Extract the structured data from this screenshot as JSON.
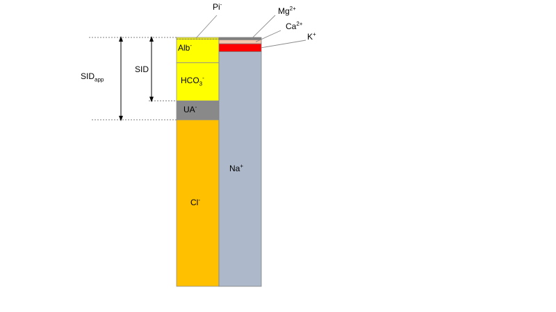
{
  "anions": [
    {
      "key": "pi",
      "label": "Pi",
      "charge": "-",
      "color": "#ffff00",
      "value": 1
    },
    {
      "key": "alb",
      "label": "Alb",
      "charge": "-",
      "color": "#ffff00",
      "value": 15
    },
    {
      "key": "hco3",
      "label": "HCO3",
      "charge": "-",
      "color": "#ffff00",
      "value": 24
    },
    {
      "key": "ua",
      "label": "UA",
      "charge": "-",
      "color": "#898989",
      "value": 12
    },
    {
      "key": "cl",
      "label": "Cl",
      "charge": "-",
      "color": "#ffc000",
      "value": 105
    }
  ],
  "cations": [
    {
      "key": "mg",
      "label": "Mg",
      "charge": "2+",
      "color": "#7f7f7f",
      "value": 1.5
    },
    {
      "key": "ca",
      "label": "Ca",
      "charge": "2+",
      "color": "#f4c7ad",
      "value": 2.5
    },
    {
      "key": "k",
      "label": "K",
      "charge": "+",
      "color": "#ff0000",
      "value": 5
    },
    {
      "key": "na",
      "label": "Na",
      "charge": "+",
      "color": "#adb9ca",
      "value": 148
    }
  ],
  "brackets": {
    "sid": "SID",
    "sid_app": "SID",
    "sid_app_sub": "app"
  }
}
